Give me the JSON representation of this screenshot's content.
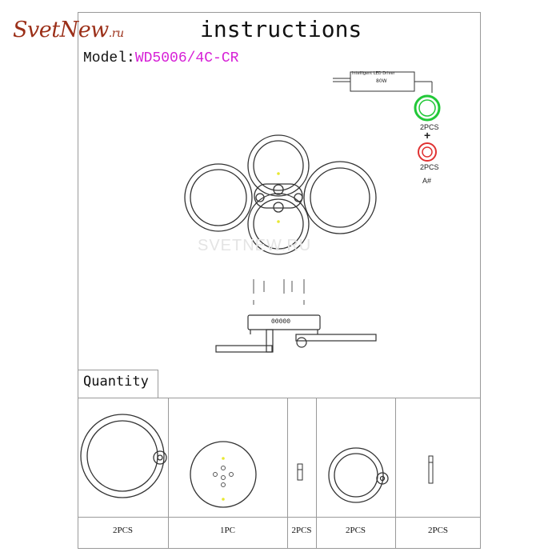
{
  "header": {
    "logo_main": "SvetNew",
    "logo_domain": ".ru",
    "title": "instructions",
    "model_label": "Model:",
    "model_code": "WD5006/4C-CR"
  },
  "driver": {
    "label": "Intelligent LED Driver",
    "power": "80W"
  },
  "remote_parts": {
    "green_qty": "2PCS",
    "red_qty": "2PCS",
    "plus": "+",
    "code": "A#"
  },
  "watermark": "SVETNEW.RU",
  "canopy_label": "00000",
  "quantity": {
    "header": "Quantity",
    "cells": [
      {
        "qty": "2PCS"
      },
      {
        "qty": "1PC"
      },
      {
        "qty": "2PCS"
      },
      {
        "qty": "2PCS"
      },
      {
        "qty": "2PCS"
      }
    ]
  },
  "colors": {
    "model_code": "#d61fd6",
    "logo": "#9b2f18",
    "green_ring": "#22c838",
    "red_ring": "#e03232",
    "yellow_dot": "#e8e832"
  }
}
